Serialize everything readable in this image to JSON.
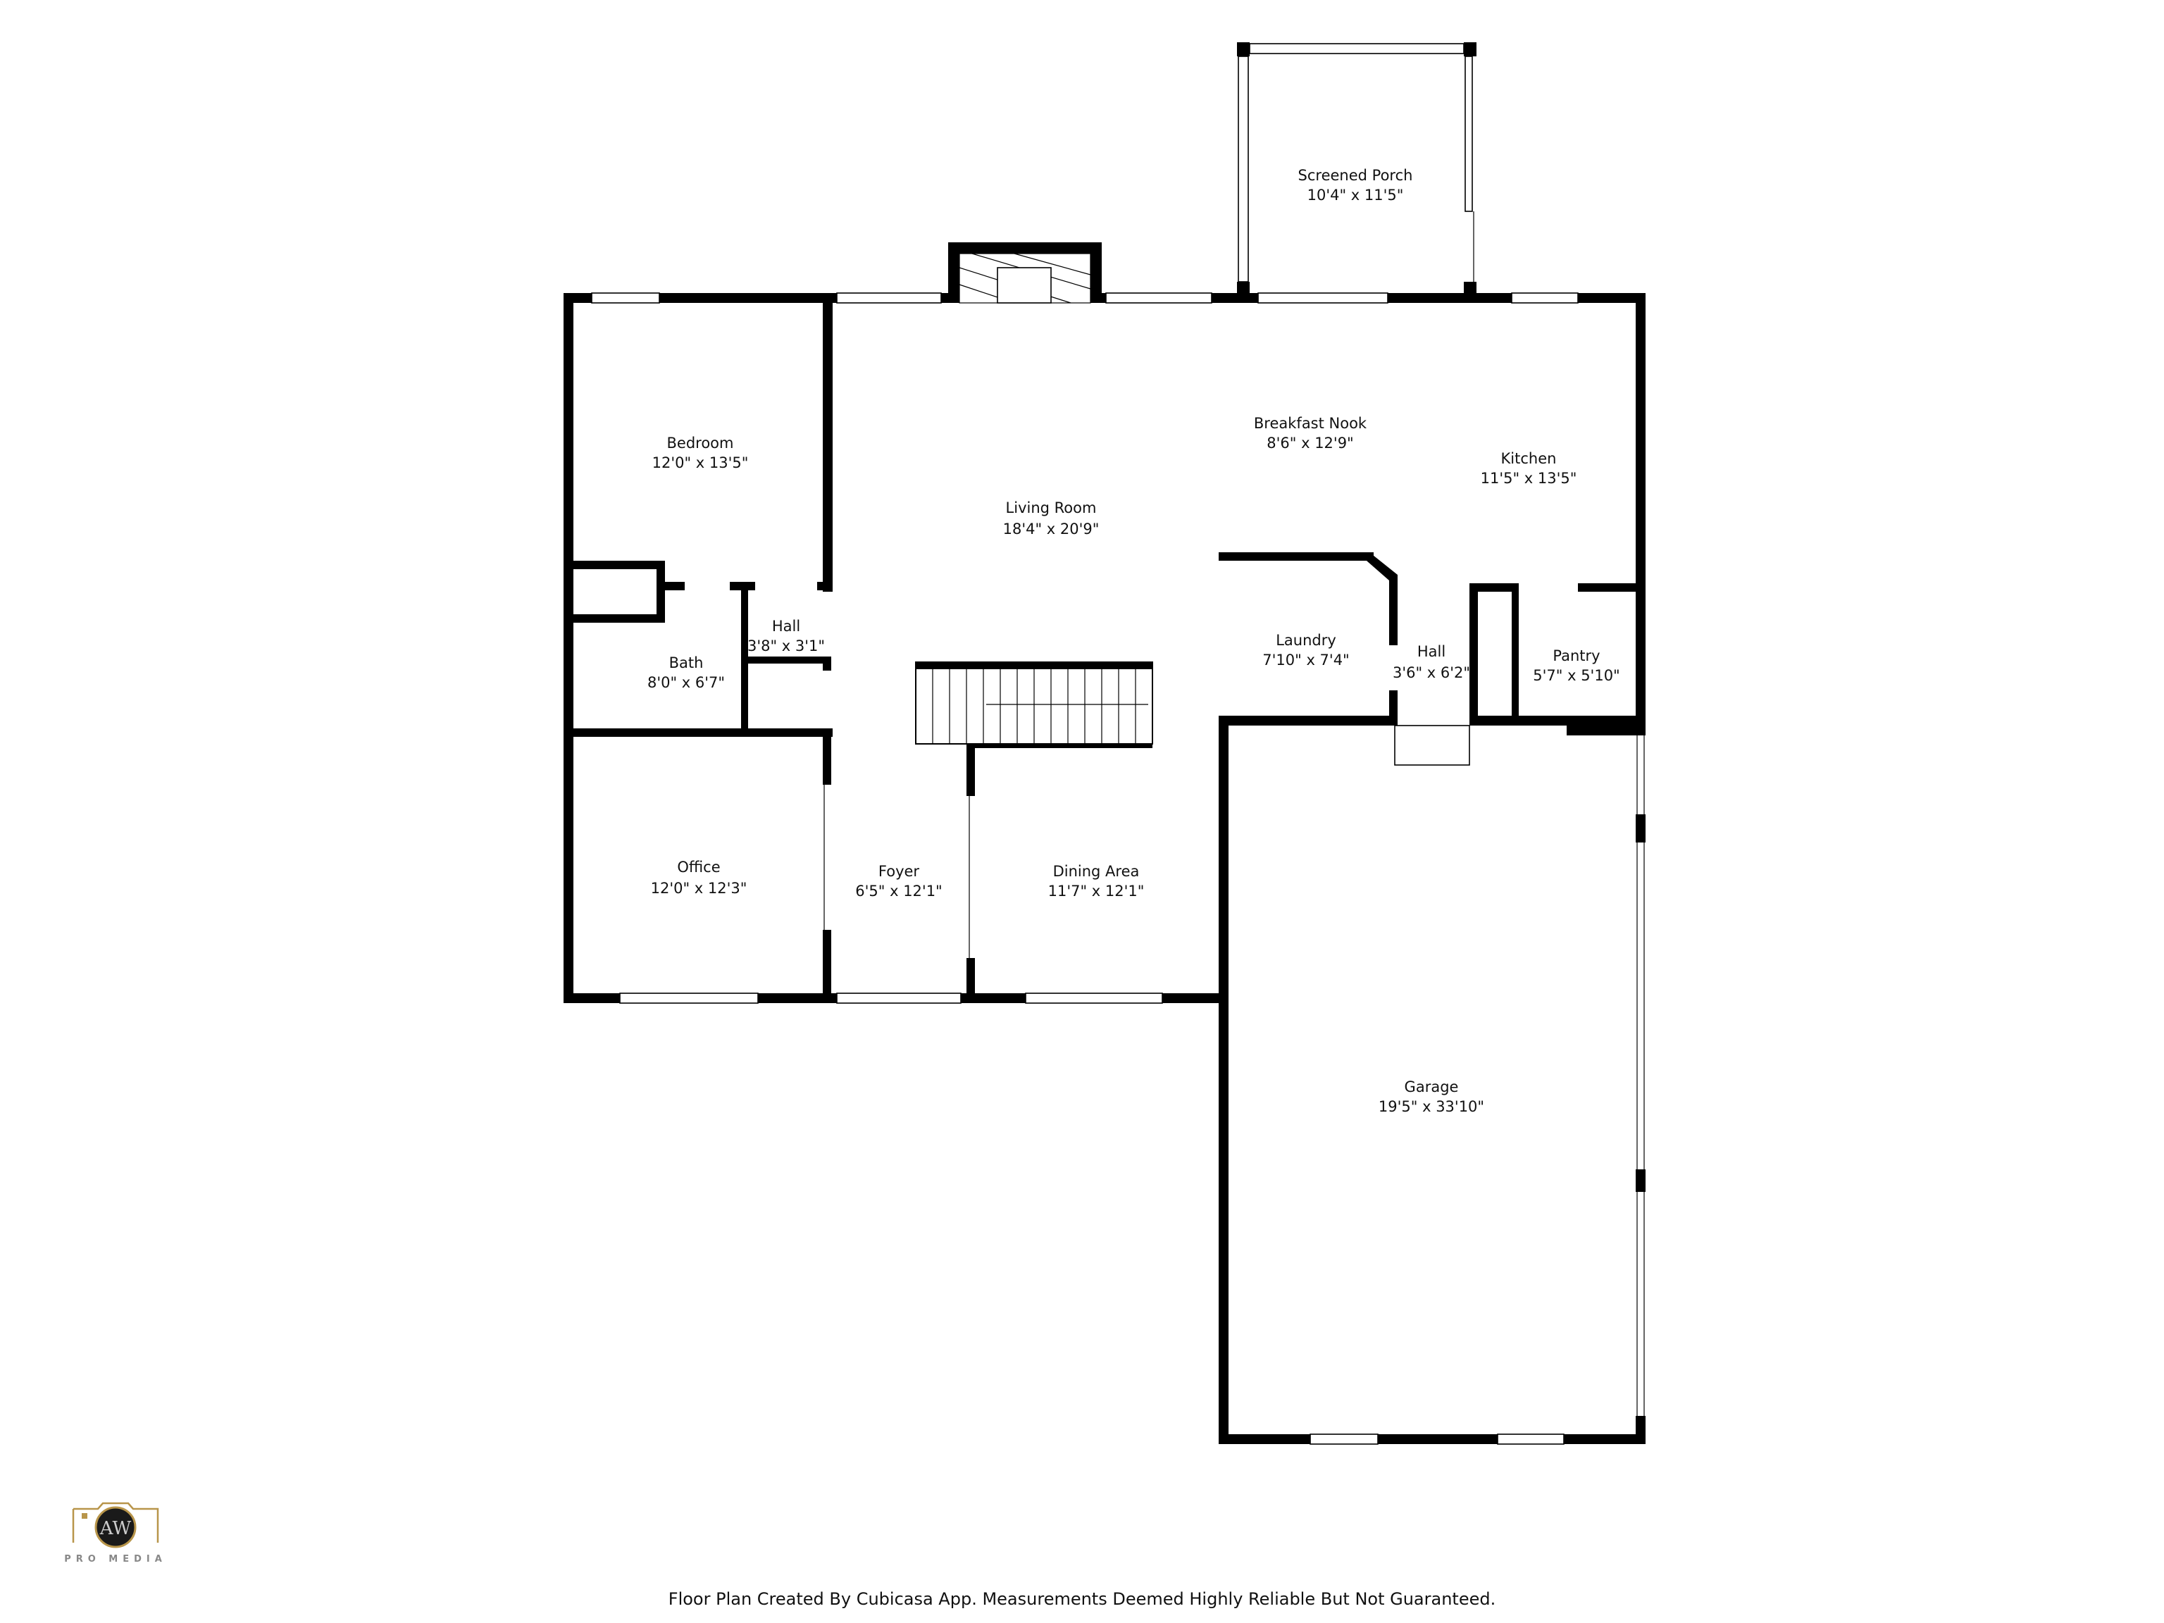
{
  "rooms": {
    "screened_porch": {
      "name": "Screened Porch",
      "dims": "10'4\" x 11'5\""
    },
    "bedroom": {
      "name": "Bedroom",
      "dims": "12'0\" x 13'5\""
    },
    "breakfast_nook": {
      "name": "Breakfast Nook",
      "dims": "8'6\" x 12'9\""
    },
    "kitchen": {
      "name": "Kitchen",
      "dims": "11'5\" x 13'5\""
    },
    "living_room": {
      "name": "Living Room",
      "dims": "18'4\" x 20'9\""
    },
    "hall_west": {
      "name": "Hall",
      "dims": "3'8\" x 3'1\""
    },
    "bath": {
      "name": "Bath",
      "dims": "8'0\" x 6'7\""
    },
    "laundry": {
      "name": "Laundry",
      "dims": "7'10\" x 7'4\""
    },
    "hall_east": {
      "name": "Hall",
      "dims": "3'6\" x 6'2\""
    },
    "pantry": {
      "name": "Pantry",
      "dims": "5'7\" x 5'10\""
    },
    "office": {
      "name": "Office",
      "dims": "12'0\" x 12'3\""
    },
    "foyer": {
      "name": "Foyer",
      "dims": "6'5\" x 12'1\""
    },
    "dining_area": {
      "name": "Dining Area",
      "dims": "11'7\" x 12'1\""
    },
    "garage": {
      "name": "Garage",
      "dims": "19'5\" x 33'10\""
    }
  },
  "logo": {
    "text": "PRO MEDIA",
    "monogram": "AW",
    "colors": {
      "gold": "#b8954a",
      "dark": "#1a1a1a"
    }
  },
  "footer": {
    "text": "Floor Plan Created By Cubicasa App. Measurements Deemed Highly Reliable But Not Guaranteed."
  }
}
